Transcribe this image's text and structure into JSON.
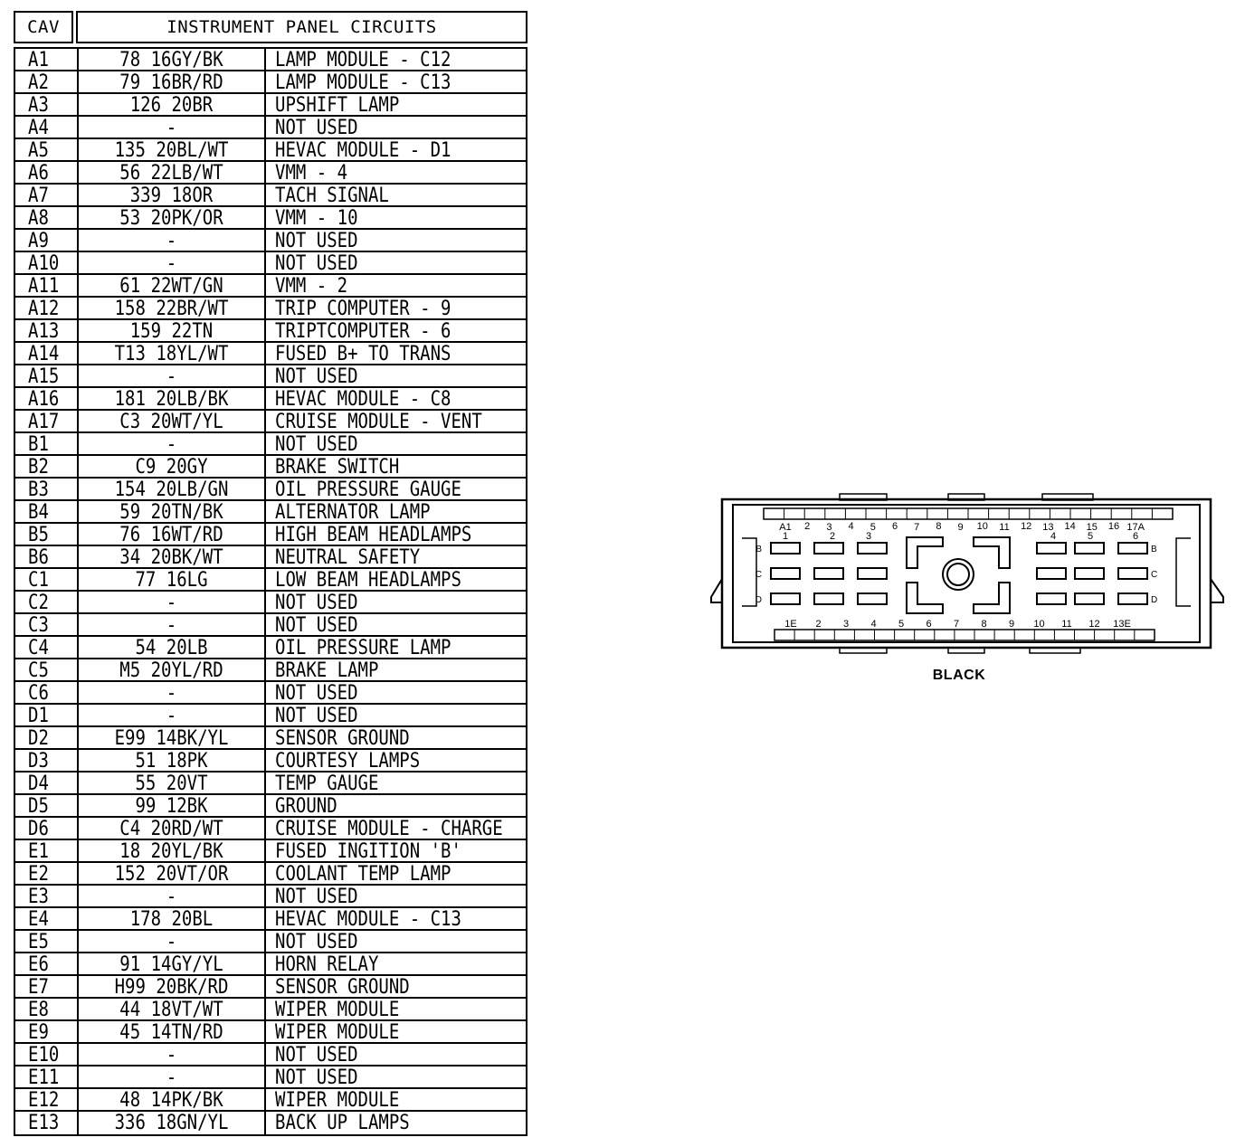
{
  "table": {
    "header_cav": "CAV",
    "header_title": "INSTRUMENT PANEL CIRCUITS",
    "rows": [
      {
        "cav": "A1",
        "wire": "78 16GY/BK",
        "function": "LAMP MODULE - C12"
      },
      {
        "cav": "A2",
        "wire": "79 16BR/RD",
        "function": "LAMP MODULE - C13"
      },
      {
        "cav": "A3",
        "wire": "126 20BR",
        "function": "UPSHIFT LAMP"
      },
      {
        "cav": "A4",
        "wire": "-",
        "function": "NOT USED"
      },
      {
        "cav": "A5",
        "wire": "135 20BL/WT",
        "function": "HEVAC MODULE - D1"
      },
      {
        "cav": "A6",
        "wire": "56 22LB/WT",
        "function": "VMM - 4"
      },
      {
        "cav": "A7",
        "wire": "339 18OR",
        "function": "TACH SIGNAL"
      },
      {
        "cav": "A8",
        "wire": "53 20PK/OR",
        "function": "VMM - 10"
      },
      {
        "cav": "A9",
        "wire": "-",
        "function": "NOT USED"
      },
      {
        "cav": "A10",
        "wire": "-",
        "function": "NOT USED"
      },
      {
        "cav": "A11",
        "wire": "61 22WT/GN",
        "function": "VMM - 2"
      },
      {
        "cav": "A12",
        "wire": "158 22BR/WT",
        "function": "TRIP COMPUTER - 9"
      },
      {
        "cav": "A13",
        "wire": "159 22TN",
        "function": "TRIPTCOMPUTER - 6"
      },
      {
        "cav": "A14",
        "wire": "T13 18YL/WT",
        "function": "FUSED B+ TO TRANS"
      },
      {
        "cav": "A15",
        "wire": "-",
        "function": "NOT USED"
      },
      {
        "cav": "A16",
        "wire": "181 20LB/BK",
        "function": "HEVAC MODULE - C8"
      },
      {
        "cav": "A17",
        "wire": "C3 20WT/YL",
        "function": "CRUISE MODULE - VENT"
      },
      {
        "cav": "B1",
        "wire": "-",
        "function": "NOT USED"
      },
      {
        "cav": "B2",
        "wire": "C9 20GY",
        "function": "BRAKE SWITCH"
      },
      {
        "cav": "B3",
        "wire": "154 20LB/GN",
        "function": "OIL PRESSURE GAUGE"
      },
      {
        "cav": "B4",
        "wire": "59 20TN/BK",
        "function": "ALTERNATOR LAMP"
      },
      {
        "cav": "B5",
        "wire": "76 16WT/RD",
        "function": "HIGH BEAM HEADLAMPS"
      },
      {
        "cav": "B6",
        "wire": "34 20BK/WT",
        "function": "NEUTRAL SAFETY"
      },
      {
        "cav": "C1",
        "wire": "77 16LG",
        "function": "LOW BEAM HEADLAMPS"
      },
      {
        "cav": "C2",
        "wire": "-",
        "function": "NOT USED"
      },
      {
        "cav": "C3",
        "wire": "-",
        "function": "NOT USED"
      },
      {
        "cav": "C4",
        "wire": "54 20LB",
        "function": "OIL PRESSURE LAMP"
      },
      {
        "cav": "C5",
        "wire": "M5 20YL/RD",
        "function": "BRAKE LAMP"
      },
      {
        "cav": "C6",
        "wire": "-",
        "function": "NOT USED"
      },
      {
        "cav": "D1",
        "wire": "-",
        "function": "NOT USED"
      },
      {
        "cav": "D2",
        "wire": "E99 14BK/YL",
        "function": "SENSOR GROUND"
      },
      {
        "cav": "D3",
        "wire": "51 18PK",
        "function": "COURTESY LAMPS"
      },
      {
        "cav": "D4",
        "wire": "55 20VT",
        "function": "TEMP GAUGE"
      },
      {
        "cav": "D5",
        "wire": "99 12BK",
        "function": "GROUND"
      },
      {
        "cav": "D6",
        "wire": "C4 20RD/WT",
        "function": "CRUISE MODULE - CHARGE"
      },
      {
        "cav": "E1",
        "wire": "18 20YL/BK",
        "function": "FUSED INGITION 'B'"
      },
      {
        "cav": "E2",
        "wire": "152 20VT/OR",
        "function": "COOLANT TEMP LAMP"
      },
      {
        "cav": "E3",
        "wire": "-",
        "function": "NOT USED"
      },
      {
        "cav": "E4",
        "wire": "178 20BL",
        "function": "HEVAC MODULE - C13"
      },
      {
        "cav": "E5",
        "wire": "-",
        "function": "NOT USED"
      },
      {
        "cav": "E6",
        "wire": "91 14GY/YL",
        "function": "HORN RELAY"
      },
      {
        "cav": "E7",
        "wire": "H99 20BK/RD",
        "function": "SENSOR GROUND"
      },
      {
        "cav": "E8",
        "wire": "44 18VT/WT",
        "function": "WIPER MODULE"
      },
      {
        "cav": "E9",
        "wire": "45 14TN/RD",
        "function": "WIPER MODULE"
      },
      {
        "cav": "E10",
        "wire": "-",
        "function": "NOT USED"
      },
      {
        "cav": "E11",
        "wire": "-",
        "function": "NOT USED"
      },
      {
        "cav": "E12",
        "wire": "48 14PK/BK",
        "function": "WIPER MODULE"
      },
      {
        "cav": "E13",
        "wire": "336 18GN/YL",
        "function": "BACK UP LAMPS"
      }
    ]
  },
  "connector": {
    "color_label": "BLACK",
    "row_a_labels": [
      "A1",
      "2",
      "3",
      "4",
      "5",
      "6",
      "7",
      "8",
      "9",
      "10",
      "11",
      "12",
      "13",
      "14",
      "15",
      "16",
      "17A"
    ],
    "row_b_labels": [
      "1",
      "2",
      "3",
      "4",
      "5",
      "6"
    ],
    "row_e_labels": [
      "1E",
      "2",
      "3",
      "4",
      "5",
      "6",
      "7",
      "8",
      "9",
      "10",
      "11",
      "12",
      "13E"
    ],
    "row_letters": [
      "B",
      "C",
      "D"
    ]
  }
}
